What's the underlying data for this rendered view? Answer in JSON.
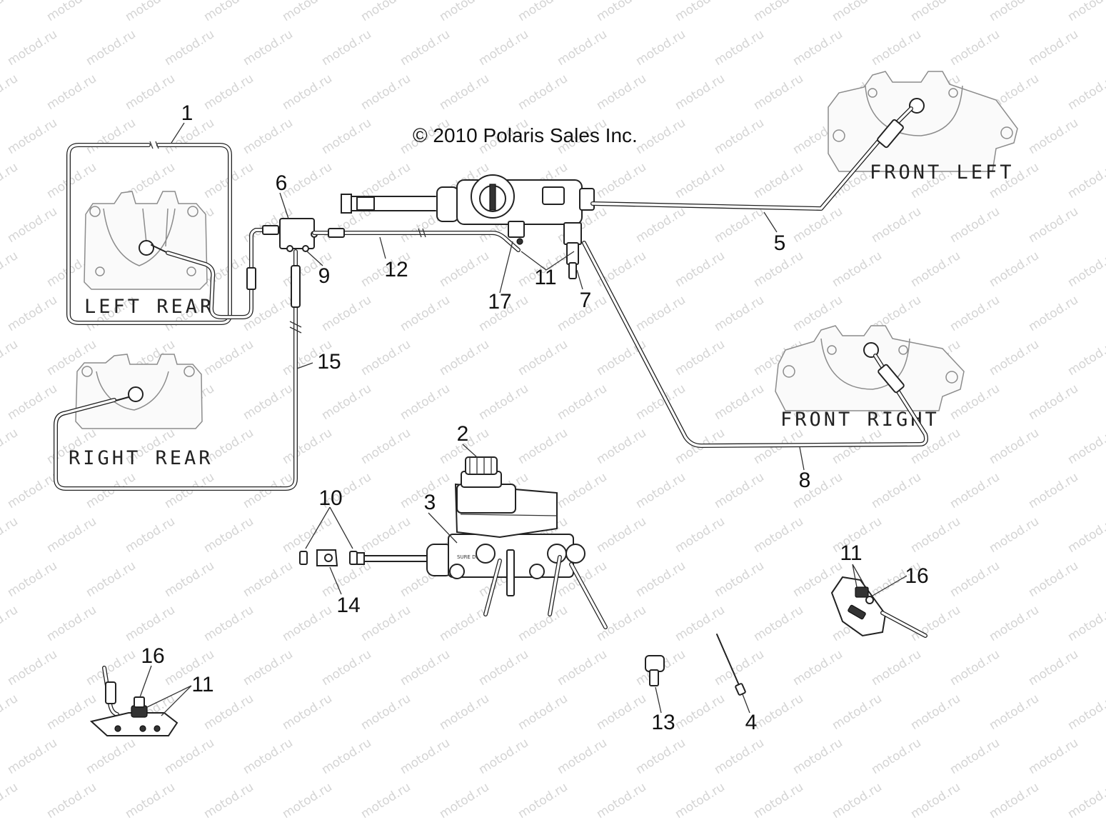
{
  "copyright": "© 2010 Polaris Sales Inc.",
  "watermark": {
    "text": "motod.ru",
    "color": "#d4d4d4"
  },
  "caliper_labels": {
    "left_rear": "LEFT REAR",
    "right_rear": "RIGHT REAR",
    "front_left": "FRONT LEFT",
    "front_right": "FRONT RIGHT"
  },
  "callouts": {
    "c1": "1",
    "c2": "2",
    "c3": "3",
    "c4": "4",
    "c5": "5",
    "c6": "6",
    "c7": "7",
    "c8": "8",
    "c9": "9",
    "c10": "10",
    "c11a": "11",
    "c11b": "11",
    "c11c": "11",
    "c12": "12",
    "c13": "13",
    "c14": "14",
    "c15": "15",
    "c16a": "16",
    "c16b": "16",
    "c17": "17"
  },
  "master_cylinder_marking": "SURE DRAKE"
}
